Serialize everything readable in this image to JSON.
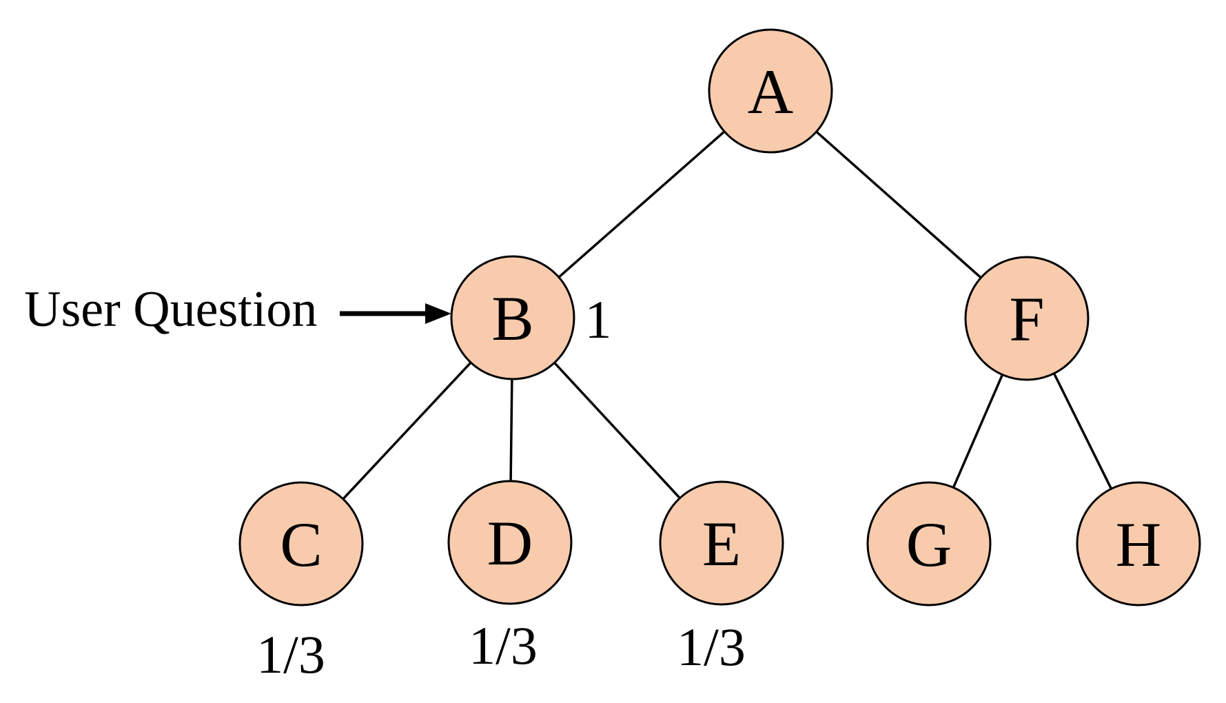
{
  "diagram": {
    "type": "tree",
    "annotation": {
      "label": "User Question",
      "points_to": "B"
    },
    "nodes": [
      {
        "id": "A",
        "label": "A"
      },
      {
        "id": "B",
        "label": "B"
      },
      {
        "id": "C",
        "label": "C"
      },
      {
        "id": "D",
        "label": "D"
      },
      {
        "id": "E",
        "label": "E"
      },
      {
        "id": "F",
        "label": "F"
      },
      {
        "id": "G",
        "label": "G"
      },
      {
        "id": "H",
        "label": "H"
      }
    ],
    "edges": [
      [
        "A",
        "B"
      ],
      [
        "A",
        "F"
      ],
      [
        "B",
        "C"
      ],
      [
        "B",
        "D"
      ],
      [
        "B",
        "E"
      ],
      [
        "F",
        "G"
      ],
      [
        "F",
        "H"
      ]
    ],
    "weights": {
      "b": "1",
      "c": "1/3",
      "d": "1/3",
      "e": "1/3"
    },
    "colors": {
      "node_fill": "#F8CBAD",
      "node_stroke": "#000000",
      "edge": "#000000",
      "text": "#000000",
      "background": "#FFFFFF"
    }
  }
}
